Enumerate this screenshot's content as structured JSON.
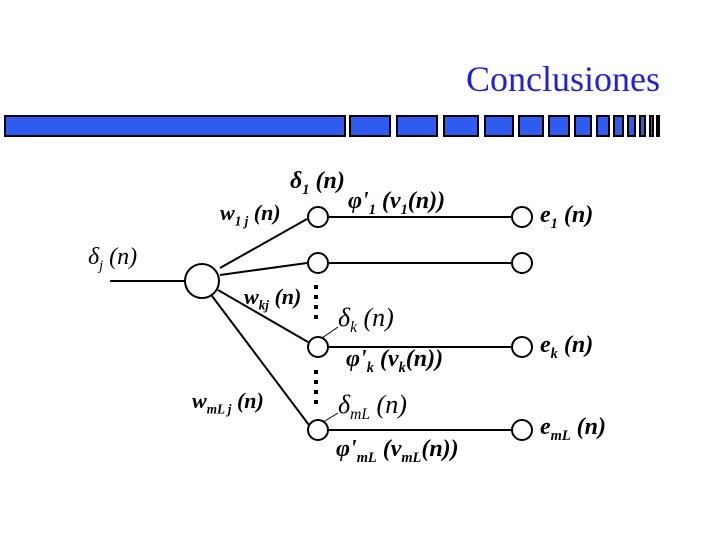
{
  "slide": {
    "title": "Conclusiones",
    "accent_color": "#1f1fe0",
    "bar_fill_color": "#2f5cf0",
    "bar_outline_color": "#000000"
  },
  "diagram": {
    "labels": {
      "delta_j": {
        "sym": "δ",
        "sub": "j",
        "arg": "(n)"
      },
      "w_1j": {
        "sym": "w",
        "sub": "1 j",
        "arg": "(n)"
      },
      "w_kj": {
        "sym": "w",
        "sub": "kj",
        "arg": "(n)"
      },
      "w_mLj": {
        "sym": "w",
        "sub": "mL j",
        "arg": "(n)"
      },
      "delta_1": {
        "sym": "δ",
        "sub": "1",
        "arg": "(n)"
      },
      "phi_1": {
        "sym": "φ'",
        "sub": "1",
        "arg": "(v",
        "sub2": "1",
        "arg2": "(n))"
      },
      "delta_k": {
        "sym": "δ",
        "sub": "k",
        "arg": "(n)"
      },
      "phi_k": {
        "sym": "φ'",
        "sub": "k",
        "arg": "(v",
        "sub2": "k",
        "arg2": "(n))"
      },
      "delta_mL": {
        "sym": "δ",
        "sub": "mL",
        "arg": "(n)"
      },
      "phi_mL": {
        "sym": "φ'",
        "sub": "mL",
        "arg": "(v",
        "sub2": "mL",
        "arg2": "(n))"
      },
      "e_1": {
        "sym": "e",
        "sub": "1",
        "arg": "(n)"
      },
      "e_k": {
        "sym": "e",
        "sub": "k",
        "arg": "(n)"
      },
      "e_mL": {
        "sym": "e",
        "sub": "mL",
        "arg": "(n)"
      }
    }
  }
}
